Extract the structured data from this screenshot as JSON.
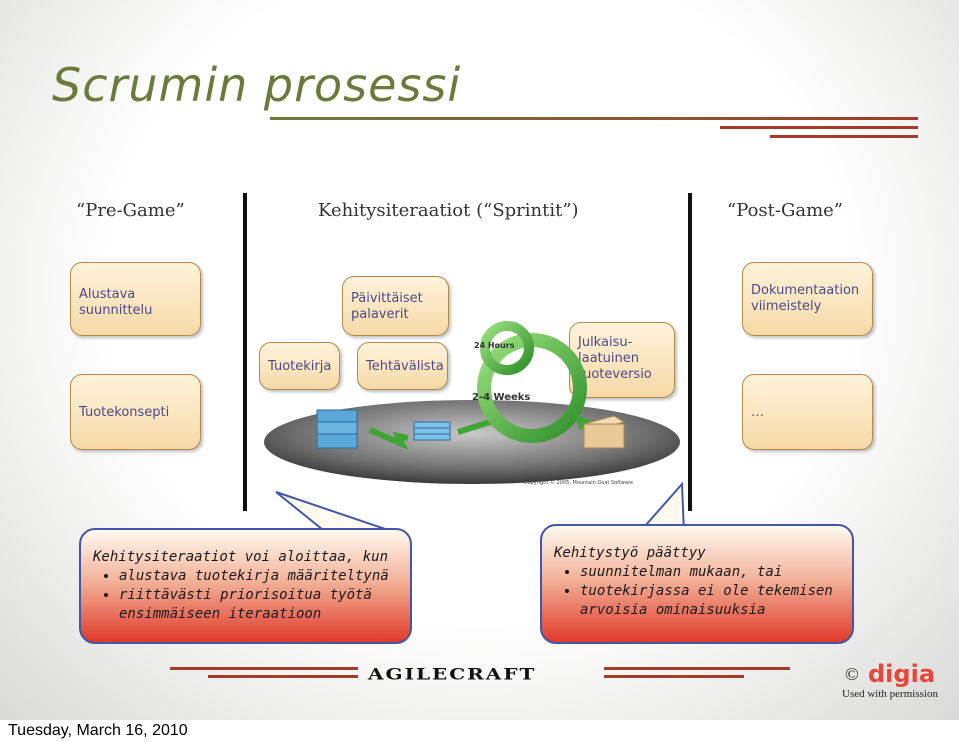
{
  "slide": {
    "title": "Scrumin prosessi",
    "phases": {
      "pregame": "“Pre-Game”",
      "sprints": "Kehitysiteraatiot (“Sprintit”)",
      "postgame": "“Post-Game”"
    },
    "boxes": {
      "alustava": "Alustava suunnittelu",
      "tuotekonsepti": "Tuotekonsepti",
      "paivittaiset": "Päivittäiset palaverit",
      "tuotekirja": "Tuotekirja",
      "tehtavalista": "Tehtävälista",
      "julkaisu": "Julkaisu-laatuinen tuoteversio",
      "dokumentaatio": "Dokumentaation viimeistely",
      "ellipsis": "…"
    },
    "diagram": {
      "hours": "24 Hours",
      "weeks": "2-4 Weeks",
      "copyright": "Copyright © 2005, Mountain Goat Software"
    },
    "bubble_left": {
      "heading": "Kehitysiteraatiot voi aloittaa, kun",
      "items": [
        "alustava tuotekirja määriteltynä",
        "riittävästi priorisoitua työtä ensimmäiseen iteraatioon"
      ]
    },
    "bubble_right": {
      "heading": "Kehitystyö päättyy",
      "items": [
        "suunnitelman mukaan, tai",
        "tuotekirjassa ei ole tekemisen arvoisia ominaisuuksia"
      ]
    },
    "logos": {
      "agilecraft": "AGILECRAFT",
      "copyright_symbol": "©",
      "digia": "digia",
      "permission": "Used with permission"
    },
    "colors": {
      "title": "#6b7a3a",
      "box_text": "#4a4a8a",
      "bubble_border": "#4257a8",
      "bubble_bottom": "#e03a2a",
      "arrow_green": "#3fa535",
      "deco_red": "#a33b2a"
    }
  },
  "footer": {
    "date": "Tuesday, March 16, 2010"
  }
}
